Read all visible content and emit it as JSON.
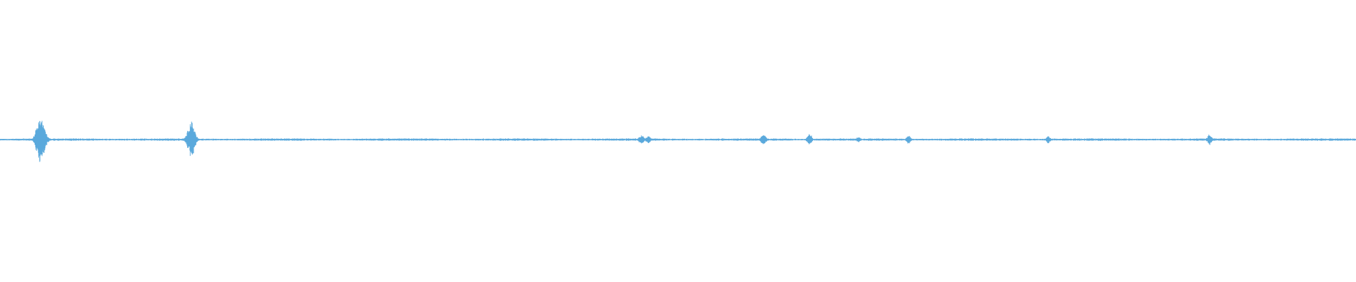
{
  "waveform": {
    "color": "#5aa9dc",
    "baseline_amplitude": 0.018,
    "amplitude_range": [
      -1,
      1
    ],
    "sample_count": 4000,
    "peaks": [
      {
        "position": 0.03,
        "amplitude": 0.6
      },
      {
        "position": 0.141,
        "amplitude": 0.46
      },
      {
        "position": 0.473,
        "amplitude": 0.13
      },
      {
        "position": 0.478,
        "amplitude": 0.1
      },
      {
        "position": 0.563,
        "amplitude": 0.16
      },
      {
        "position": 0.597,
        "amplitude": 0.15
      },
      {
        "position": 0.633,
        "amplitude": 0.07
      },
      {
        "position": 0.67,
        "amplitude": 0.11
      },
      {
        "position": 0.773,
        "amplitude": 0.09
      },
      {
        "position": 0.892,
        "amplitude": 0.13
      }
    ]
  }
}
